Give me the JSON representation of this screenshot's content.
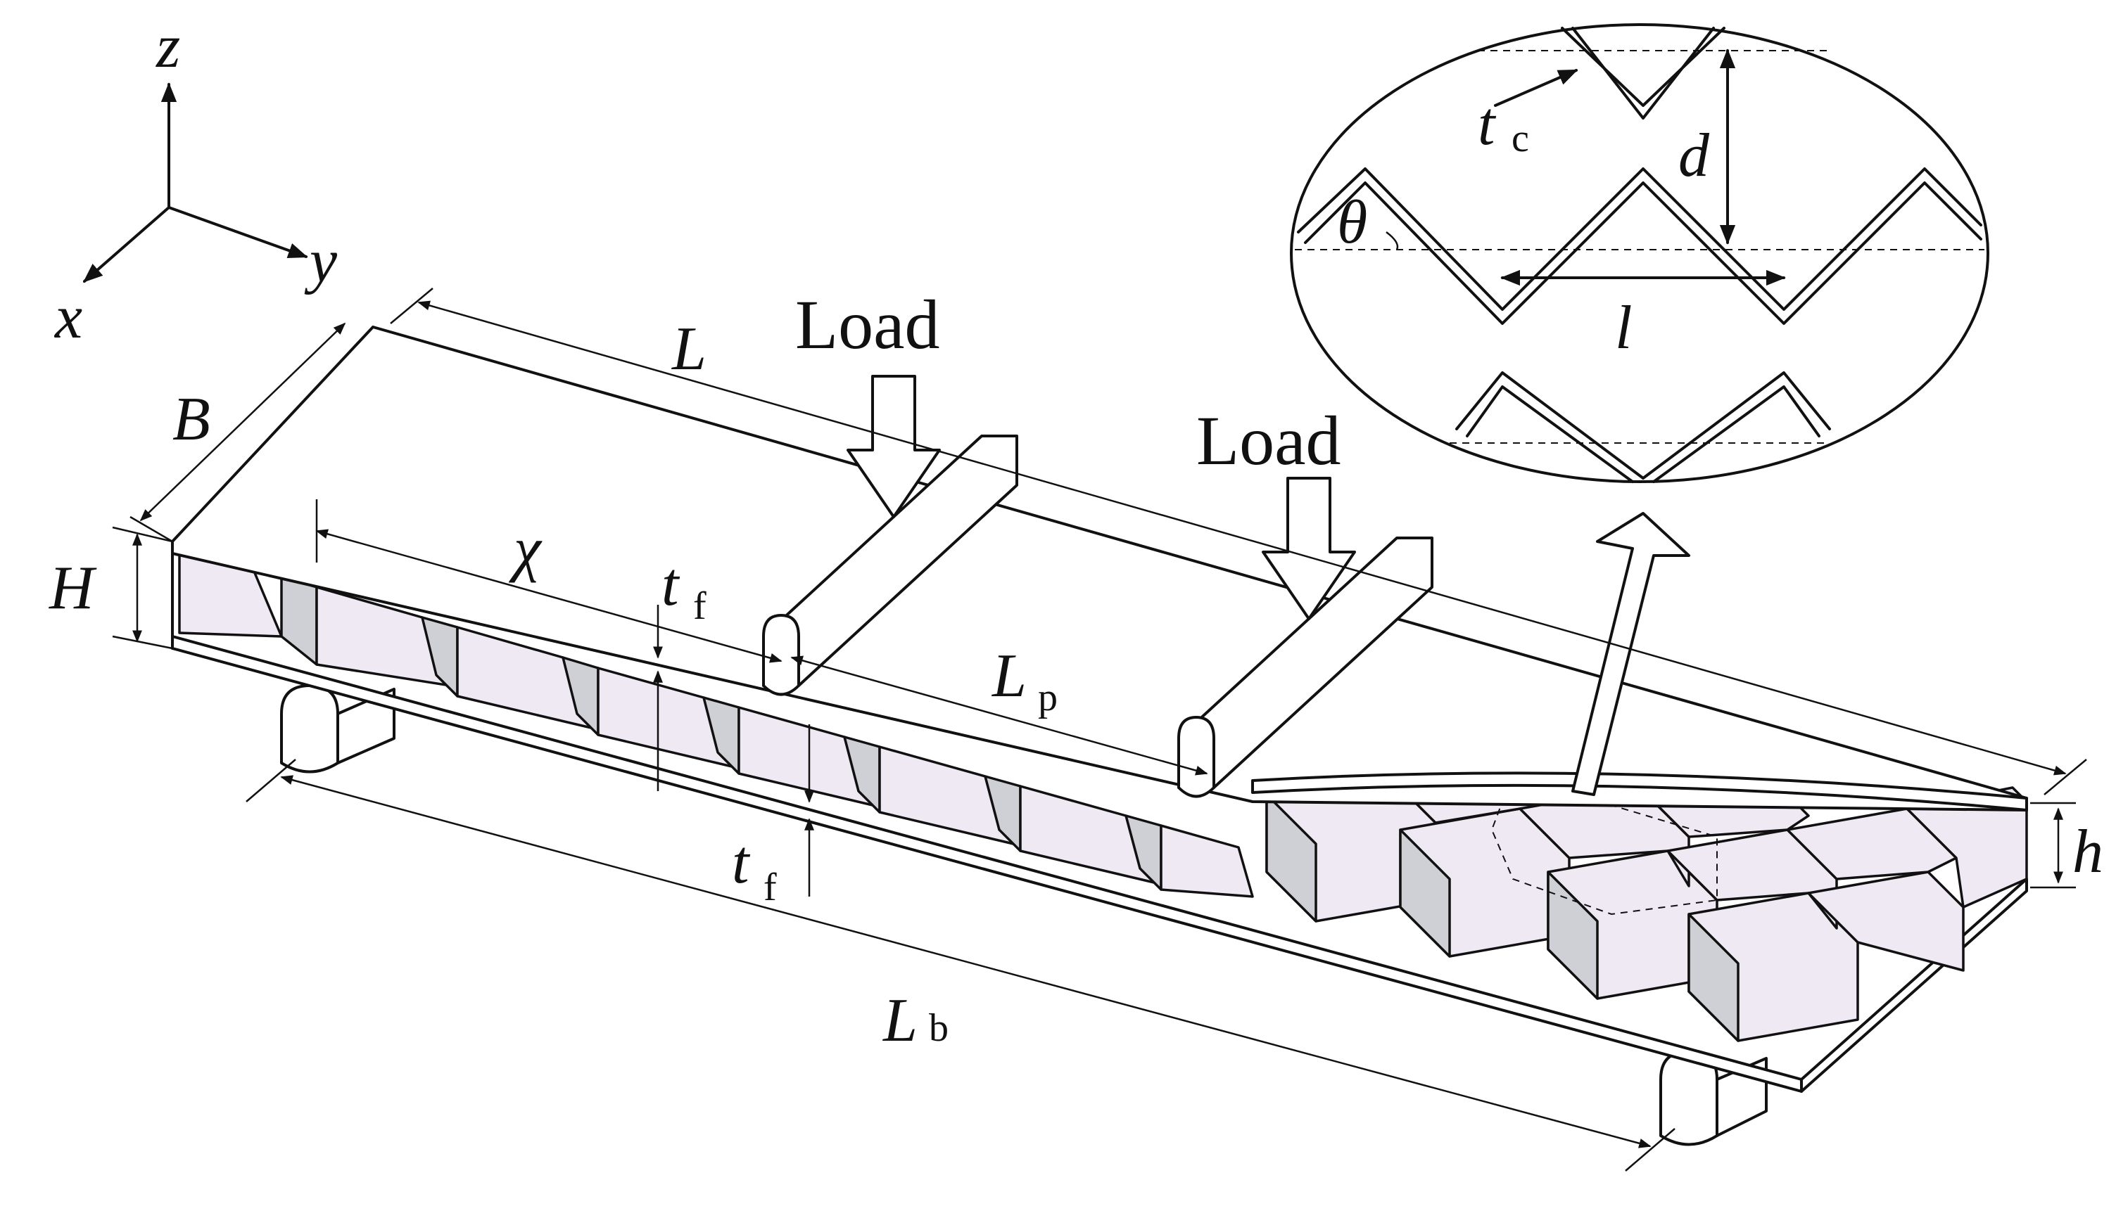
{
  "axes": {
    "z": "z",
    "y": "y",
    "x": "x"
  },
  "dimensions": {
    "L": "L",
    "B": "B",
    "H": "H",
    "chi": "χ",
    "t_f_top_main": "t",
    "t_f_top_sub": "f",
    "t_f_bottom_main": "t",
    "t_f_bottom_sub": "f",
    "L_p_main": "L",
    "L_p_sub": "p",
    "L_b_main": "L",
    "L_b_sub": "b",
    "h": "h"
  },
  "loads": {
    "left": "Load",
    "right": "Load"
  },
  "inset": {
    "t_c_main": "t",
    "t_c_sub": "c",
    "d": "d",
    "theta": "θ",
    "l": "l"
  }
}
